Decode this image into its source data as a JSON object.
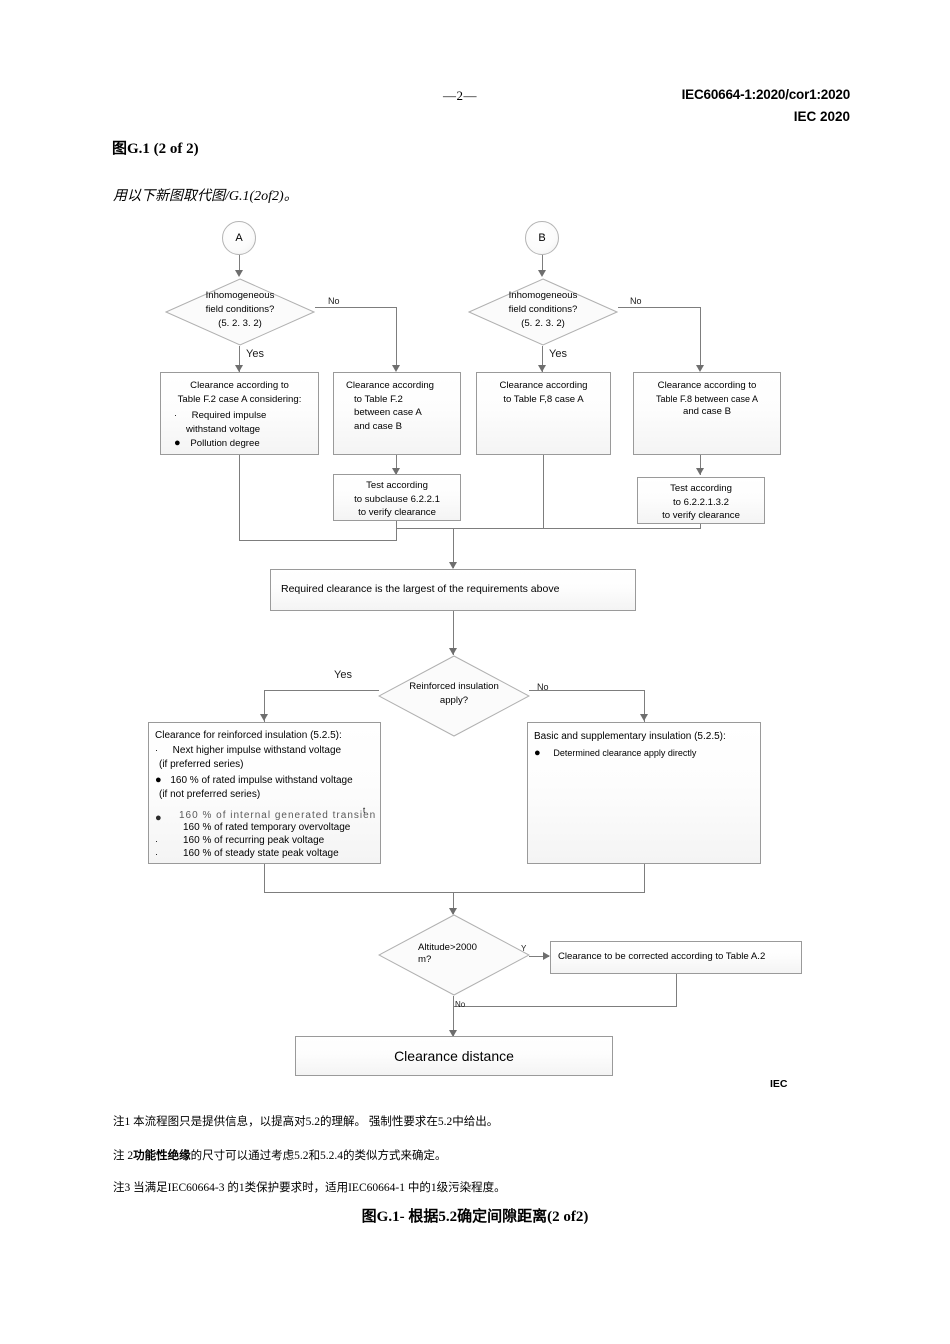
{
  "header": {
    "page_number": "—2—",
    "doc_id": "IEC60664-1:2020/cor1:2020",
    "doc_year": "IEC  2020"
  },
  "figure": {
    "label": "图G.1  (2 of 2)",
    "instruction": "用以下新图取代图/G.1(2of2)。",
    "caption": "图G.1- 根据5.2确定间隙距离(2 of2)",
    "iec_mark": "IEC"
  },
  "flow": {
    "connector_a": "A",
    "connector_b": "B",
    "decision_field_a": {
      "l1": "Inhomogeneous",
      "l2": "field  conditions?",
      "l3": "(5. 2. 3. 2)"
    },
    "decision_field_b": {
      "l1": "Inhomogeneous",
      "l2": "field  conditions?",
      "l3": "(5. 2. 3. 2)"
    },
    "yes_label": "Yes",
    "no_label": "No",
    "box_f2_case_a": {
      "l1": "Clearance according to",
      "l2": "Table  F.2 case A considering:",
      "b1": "Required impulse",
      "b1b": "withstand voltage",
      "b2": "Pollution degree"
    },
    "box_f2_between": {
      "l1": "Clearance according",
      "l2": "to Table F.2",
      "l3": "between     case A",
      "l4": "and case B"
    },
    "box_f8_case_a": {
      "l1": "Clearance according",
      "l2": "to Table F,8 case A"
    },
    "box_f8_between": {
      "l1": "Clearance according to",
      "l2": "Table F.8 between case A",
      "l3": "and case B"
    },
    "test_left": {
      "l1": "Test according",
      "l2": "to subclause 6.2.2.1",
      "l3": "to verify clearance"
    },
    "test_right": {
      "l1": "Test according",
      "l2": "to 6.2.2.1.3.2",
      "l3": "to verify clearance"
    },
    "required_clearance": "Required clearance is the largest of the requirements above",
    "decision_reinforced": {
      "l1": "Reinforced  insulation",
      "l2": "apply?"
    },
    "box_reinforced": {
      "title": "Clearance for reinforced insulation (5.2.5):",
      "b1": "Next higher impulse withstand voltage",
      "b1note": "(if   preferred    series)",
      "b2": "160 % of rated impulse withstand voltage",
      "b2note": "(if  not  preferred   series)",
      "b3": "160 % of internal generated transien",
      "b3tail": "t",
      "b4": "160 % of rated temporary overvoltage",
      "b5": "160 % of recurring peak voltage",
      "b6": "160 % of steady state peak voltage"
    },
    "box_basic": {
      "title": "Basic and supplementary insulation (5.2.5):",
      "b1": "Determined    clearance    apply    directly"
    },
    "decision_altitude": {
      "l1": "Altitude>2000",
      "l2": "m?"
    },
    "altitude_yes": "Y",
    "altitude_no": "No",
    "box_altitude_correct": "Clearance to be corrected according to Table A.2",
    "box_end": "Clearance distance"
  },
  "notes": [
    "注1 本流程图只是提供信息，以提高对5.2的理解。    强制性要求在5.2中给出。",
    "注 2",
    "功能性绝缘",
    "的尺寸可以通过考虑5.2和5.2.4的类似方式来确定。",
    "注3 当满足IEC60664-3   的1类保护要求时，适用IEC60664-1   中的1级污染程度。"
  ],
  "colors": {
    "line": "#7d7d7d",
    "node_border": "#9a9a9a",
    "text": "#000000"
  }
}
